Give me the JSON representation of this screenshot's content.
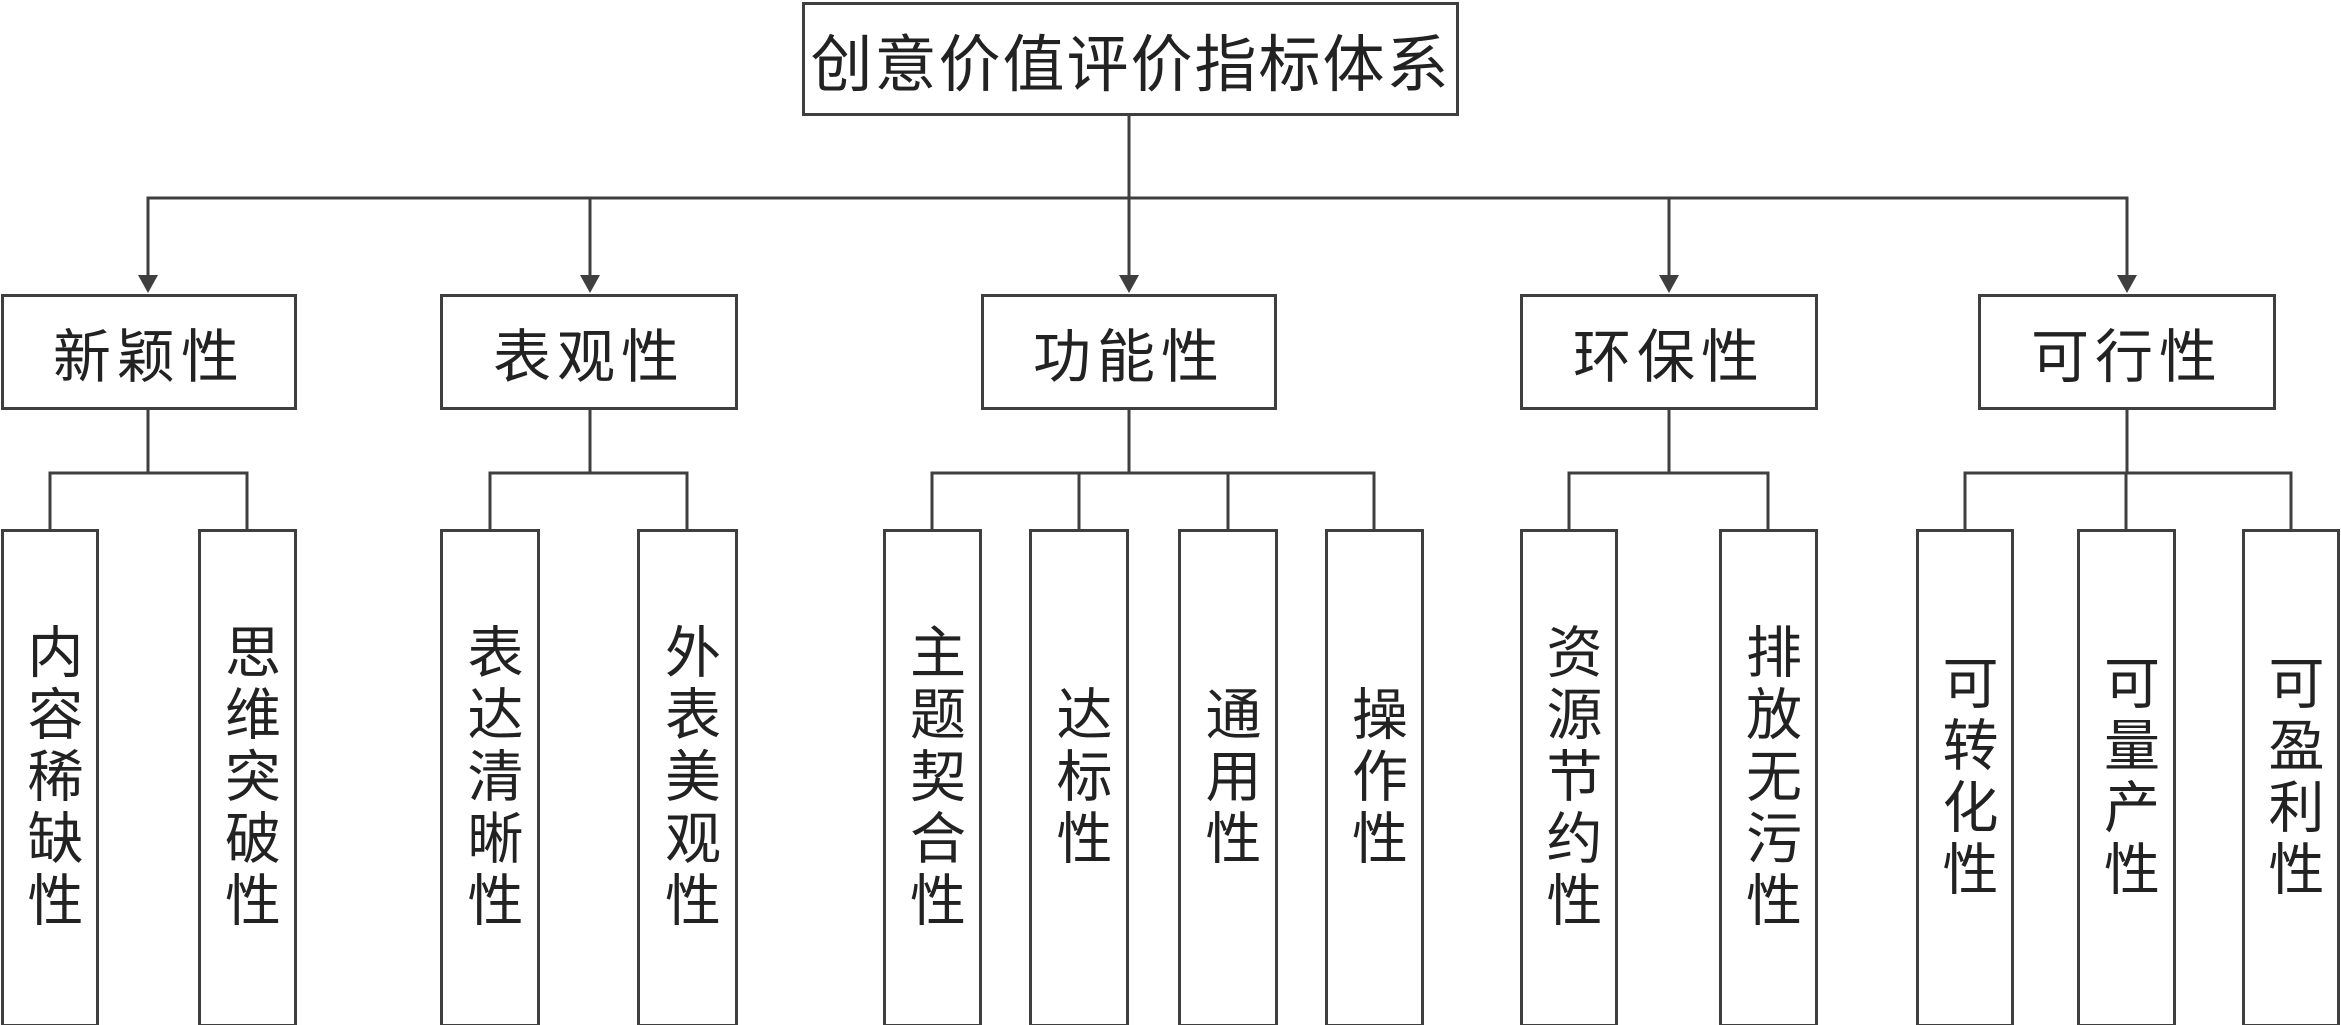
{
  "root": "创意价值评价指标体系",
  "categories": [
    {
      "label": "新颖性",
      "children": [
        "内容稀缺性",
        "思维突破性"
      ]
    },
    {
      "label": "表观性",
      "children": [
        "表达清晰性",
        "外表美观性"
      ]
    },
    {
      "label": "功能性",
      "children": [
        "主题契合性",
        "达标性",
        "通用性",
        "操作性"
      ]
    },
    {
      "label": "环保性",
      "children": [
        "资源节约性",
        "排放无污性"
      ]
    },
    {
      "label": "可行性",
      "children": [
        "可转化性",
        "可量产性",
        "可盈利性"
      ]
    }
  ],
  "colors": {
    "line": "#3f3f3f",
    "text": "#222222",
    "background": "#ffffff"
  }
}
